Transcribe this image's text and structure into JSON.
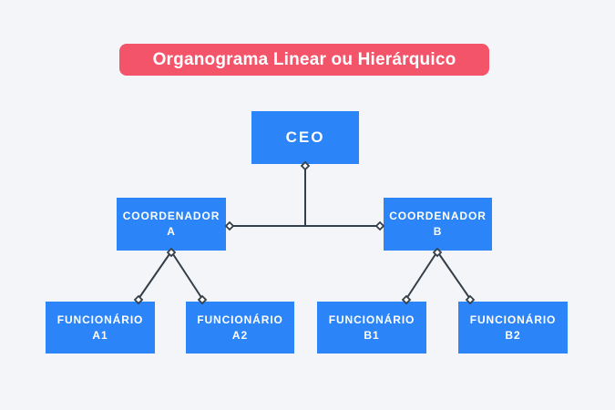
{
  "title": {
    "label": "Organograma Linear ou Hierárquico"
  },
  "colors": {
    "background": "#F4F5F9",
    "banner_bg": "#F4546A",
    "banner_text": "#FFFFFF",
    "node_bg": "#2C85F8",
    "node_text": "#FFFFFF",
    "connector": "#333E48",
    "connector_point_fill": "#FFFFFF"
  },
  "diagram": {
    "type": "org-chart",
    "nodes": {
      "ceo": {
        "label": "CEO",
        "reports_to": null
      },
      "coord_a": {
        "line1": "COORDENADOR",
        "line2": "A",
        "reports_to": "CEO"
      },
      "coord_b": {
        "line1": "COORDENADOR",
        "line2": "B",
        "reports_to": "CEO"
      },
      "func_a1": {
        "line1": "FUNCIONÁRIO",
        "line2": "A1",
        "reports_to": "COORDENADOR A"
      },
      "func_a2": {
        "line1": "FUNCIONÁRIO",
        "line2": "A2",
        "reports_to": "COORDENADOR A"
      },
      "func_b1": {
        "line1": "FUNCIONÁRIO",
        "line2": "B1",
        "reports_to": "COORDENADOR B"
      },
      "func_b2": {
        "line1": "FUNCIONÁRIO",
        "line2": "B2",
        "reports_to": "COORDENADOR B"
      }
    }
  }
}
